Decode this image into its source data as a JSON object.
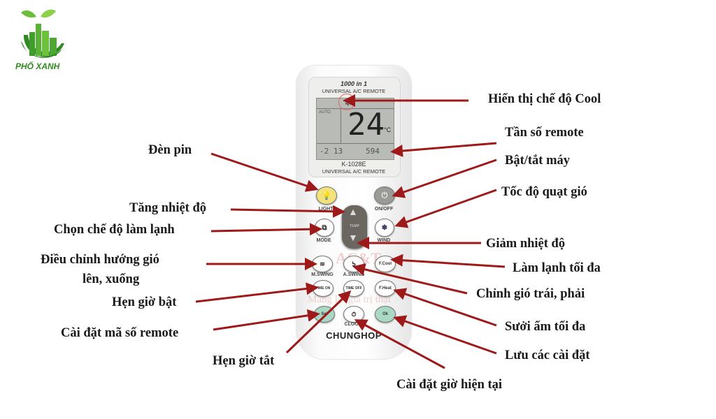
{
  "logo": {
    "brand": "PHỐ XANH"
  },
  "remote": {
    "header_top": "1000 in 1",
    "header_sub": "UNIVERSAL A/C REMOTE",
    "lcd": {
      "mode_icon": "snowflake-icon",
      "auto": "AUTO",
      "temperature": "24",
      "unit": "°C",
      "bottom_left": "-2 13",
      "bottom_right": "594"
    },
    "model": "K-1028E",
    "footer_sub": "UNIVERSAL A/C REMOTE",
    "buttons": {
      "light": "LIGHT",
      "onoff": "ON/OFF",
      "temp": "TEMP",
      "mode": "MODE",
      "wind": "WIND",
      "mswing": "M.SWING",
      "aswing": "A.SWING",
      "fcool": "F.Cool",
      "timeon": "TIME ON",
      "timeoff": "TIME OFF",
      "fheat": "F.Heat",
      "set": "Set",
      "clock": "CLOCK",
      "ok": "Ok"
    },
    "brand": "CHUNGHOP",
    "colors": {
      "light_button": "#f3e27a",
      "onoff_button": "#9a9a96",
      "temp_rocker": "#6b6660",
      "set_ok_button": "#a9d8c4"
    }
  },
  "watermark": {
    "logo": "AC&T",
    "slogan": "Mang lại giá trị thật"
  },
  "annotations": {
    "cool_display": "Hiển thị chế độ Cool",
    "frequency": "Tần số remote",
    "power": "Bật/tắt máy",
    "fan_speed": "Tốc độ quạt gió",
    "temp_down": "Giảm nhiệt độ",
    "max_cool": "Làm lạnh tối đa",
    "swing_lr": "Chỉnh gió trái, phải",
    "max_heat": "Sưởi ấm tối đa",
    "save": "Lưu các cài đặt",
    "set_clock": "Cài đặt giờ hiện tại",
    "flashlight": "Đèn pin",
    "temp_up": "Tăng nhiệt độ",
    "mode": "Chọn chế độ làm lạnh",
    "swing_ud_1": "Điều chỉnh hướng gió",
    "swing_ud_2": "lên, xuống",
    "timer_on": "Hẹn giờ bật",
    "remote_code": "Cài đặt mã số remote",
    "timer_off": "Hẹn giờ tắt"
  },
  "arrow_color": "#9e1a1a"
}
